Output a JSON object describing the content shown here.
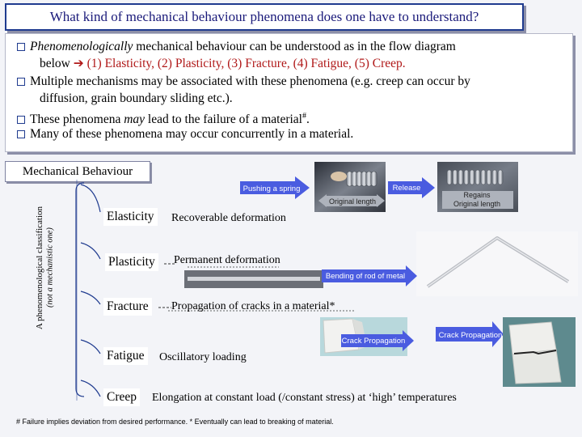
{
  "title": "What kind of mechanical behaviour phenomena does one have to understand?",
  "bullets": {
    "b1_italic": "Phenomenologically",
    "b1_rest": " mechanical behaviour can be understood as in the flow diagram",
    "b1_line2_prefix": "below ",
    "b1_list": "(1) Elasticity, (2) Plasticity, (3) Fracture, (4) Fatigue, (5) Creep.",
    "b2_line1": "Multiple mechanisms may be associated with these phenomena (e.g. creep can occur by",
    "b2_line2": "diffusion, grain boundary sliding etc.).",
    "b3_prefix": "These phenomena ",
    "b3_may": "may",
    "b3_rest": " lead to the failure of a material",
    "b3_sup": "#",
    "b3_end": ".",
    "b4": "Many of these phenomena may occur concurrently in a material."
  },
  "mechanical_behaviour_label": "Mechanical Behaviour",
  "vertical_label": {
    "line1": "A phenomenological classification",
    "line2": "(not a mechanistic one)"
  },
  "categories": [
    {
      "name": "Elasticity",
      "desc": "Recoverable deformation"
    },
    {
      "name": "Plasticity",
      "desc": "Permanent deformation"
    },
    {
      "name": "Fracture",
      "desc": "Propagation of cracks in a material*"
    },
    {
      "name": "Fatigue",
      "desc": "Oscillatory loading"
    },
    {
      "name": "Creep",
      "desc": "Elongation at constant load (/constant stress) at ‘high’ temperatures"
    }
  ],
  "captions": {
    "pushing": "Pushing a spring",
    "release": "Release",
    "original_length": "Original length",
    "regains": "Regains",
    "regains2": "Original length",
    "bending": "Bending of rod of metal",
    "crack1": "Crack Propagation",
    "crack2": "Crack Propagation"
  },
  "footnote": "# Failure implies deviation from desired performance.  * Eventually can lead to breaking of material.",
  "colors": {
    "accent": "#1f3b8f",
    "arrow": "#3d4fd6",
    "highlight": "#b01818"
  }
}
